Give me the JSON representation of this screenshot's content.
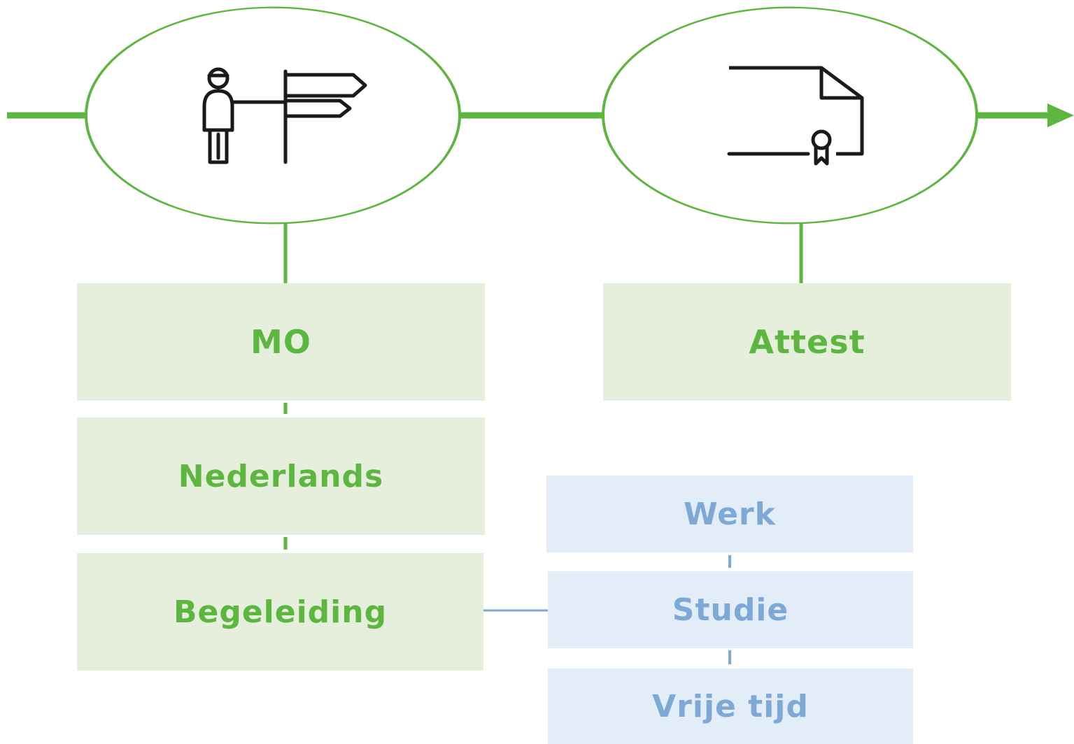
{
  "colors": {
    "accent_green": "#5cb640",
    "box_green_bg": "#e6efdc",
    "box_blue_bg": "#e2edf8",
    "blue_text": "#7ea9d6",
    "icon_stroke": "#1a1a1a"
  },
  "stages": [
    {
      "icon": "signpost-person-icon",
      "label": "MO"
    },
    {
      "icon": "certificate-document-icon",
      "label": "Attest"
    }
  ],
  "first_track": [
    "Nederlands",
    "Begeleiding"
  ],
  "second_track": [
    "Werk",
    "Studie",
    "Vrije tijd"
  ]
}
